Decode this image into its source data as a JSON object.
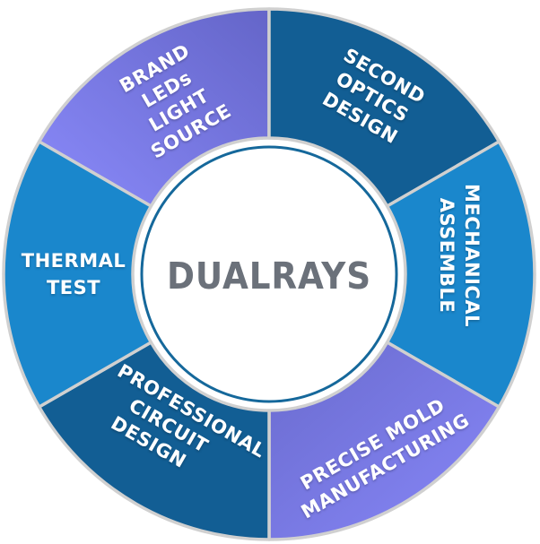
{
  "diagram": {
    "type": "ring",
    "center_label": "DUALRAYS",
    "colors": {
      "periwinkle_dark": "#6C6DCF",
      "periwinkle_light": "#8585F7",
      "navy": "#125E94",
      "blue": "#1A87CC",
      "center_text": "#6B717A",
      "center_ring": "#15689B",
      "separator": "#C8C8C8"
    },
    "segments": [
      {
        "id": "brand-leds",
        "lines": [
          "BRAND",
          "LEDs",
          "LIGHT",
          "SOURCE"
        ],
        "color": "periwinkle",
        "position": "top-left"
      },
      {
        "id": "second-optics",
        "lines": [
          "SECOND",
          "OPTICS",
          "DESIGN"
        ],
        "color": "navy",
        "position": "top-right"
      },
      {
        "id": "mechanical-assemble",
        "lines": [
          "MECHANICAL",
          "ASSEMBLE"
        ],
        "color": "blue",
        "position": "right"
      },
      {
        "id": "precise-mold",
        "lines": [
          "PRECISE MOLD",
          "MANUFACTURING"
        ],
        "color": "periwinkle",
        "position": "bottom-right"
      },
      {
        "id": "professional-circuit",
        "lines": [
          "PROFESSIONAL",
          "CIRCUIT",
          "DESIGN"
        ],
        "color": "navy",
        "position": "bottom-left"
      },
      {
        "id": "thermal-test",
        "lines": [
          "THERMAL",
          "TEST"
        ],
        "color": "blue",
        "position": "left"
      }
    ]
  }
}
